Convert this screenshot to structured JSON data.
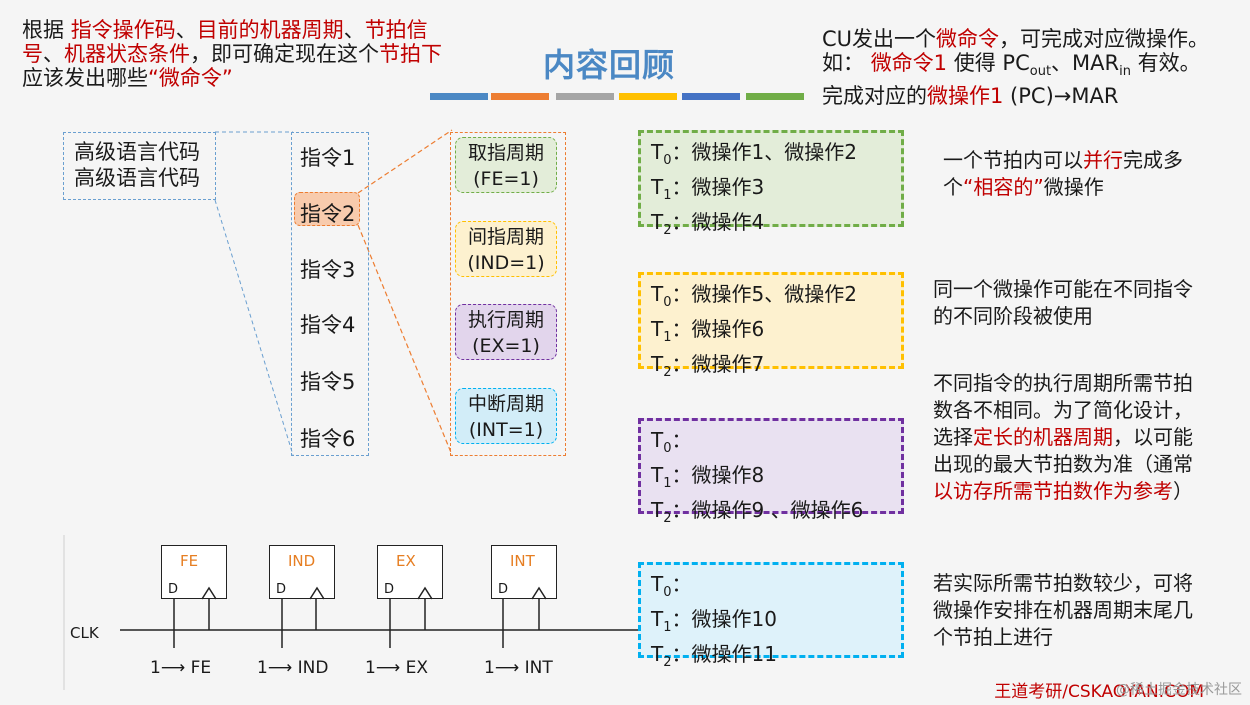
{
  "top_left": {
    "p1": "根据 ",
    "p2": "指令操作码",
    "p3": "、",
    "p4": "目前的机器周期",
    "p5": "、",
    "p6": "节拍信号",
    "p7": "、",
    "p8": "机器状态条件",
    "p9": "，即可确定现在这个",
    "p10": "节拍下",
    "p11": "应该发出哪些",
    "p12": "“微命令”"
  },
  "title": "内容回顾",
  "top_right": {
    "l1a": "CU发出一个",
    "l1b": "微命令",
    "l1c": "，可完成对应微操作。",
    "l2a": "如：",
    "l2b": "微命令1",
    "l2c": " 使得 PC",
    "l2d": "out",
    "l2e": "、MAR",
    "l2f": "in",
    "l2g": " 有效。",
    "l3a": "完成对应的",
    "l3b": "微操作1",
    "l3c": " (PC)→MAR"
  },
  "stripe_colors": [
    "#4b88c4",
    "#ed7d31",
    "#a5a5a5",
    "#ffc000",
    "#4472c4",
    "#70ad47"
  ],
  "code_box": {
    "line1": "高级语言代码",
    "line2": "高级语言代码"
  },
  "instructions": [
    "指令1",
    "指令2",
    "指令3",
    "指令4",
    "指令5",
    "指令6"
  ],
  "cycles": [
    {
      "name": "取指周期",
      "flag": "(FE=1)",
      "border": "#70ad47",
      "bg": "#e3edd9"
    },
    {
      "name": "间指周期",
      "flag": "(IND=1)",
      "border": "#ffc000",
      "bg": "#fdf1cf"
    },
    {
      "name": "执行周期",
      "flag": "(EX=1)",
      "border": "#7030a0",
      "bg": "#e2d5ec"
    },
    {
      "name": "中断周期",
      "flag": "(INT=1)",
      "border": "#00b0f0",
      "bg": "#d2edf8"
    }
  ],
  "timing_boxes": [
    {
      "border": "#70ad47",
      "bg": "#e3edd9",
      "t0": "微操作1、微操作2",
      "t1": "微操作3",
      "t2": "微操作4"
    },
    {
      "border": "#ffc000",
      "bg": "#fdf1cf",
      "t0": "微操作5、微操作2",
      "t1": "微操作6",
      "t2": "微操作7"
    },
    {
      "border": "#7030a0",
      "bg": "#e9e1f1",
      "t0": "",
      "t1": "微操作8",
      "t2": "微操作9 、微操作6"
    },
    {
      "border": "#00b0f0",
      "bg": "#def2fa",
      "t0": "",
      "t1": "微操作10",
      "t2": "微操作11"
    }
  ],
  "tsub": {
    "t": "T",
    "s0": "0",
    "s1": "1",
    "s2": "2",
    "colon": "："
  },
  "notes": {
    "n1a": "一个节拍内可以",
    "n1b": "并行",
    "n1c": "完成多个",
    "n1d": "“相容的”",
    "n1e": "微操作",
    "n2": "同一个微操作可能在不同指令的不同阶段被使用",
    "n3a": "不同指令的执行周期所需节拍数各不相同。为了简化设计，选择",
    "n3b": "定长的机器周期",
    "n3c": "，以可能出现的最大节拍数为准（通常",
    "n3d": "以访存所需节拍数作为参考",
    "n3e": "）",
    "n4": "若实际所需节拍数较少，可将微操作安排在机器周期末尾几个节拍上进行"
  },
  "flipflops": {
    "names": [
      "FE",
      "IND",
      "EX",
      "INT"
    ],
    "d": "D",
    "clk": "CLK",
    "signals": [
      "1⟶ FE",
      "1⟶ IND",
      "1⟶ EX",
      "1⟶ INT"
    ]
  },
  "footer": "王道考研/CSKAOYAN.COM",
  "watermark": "@稀土掘金技术社区"
}
